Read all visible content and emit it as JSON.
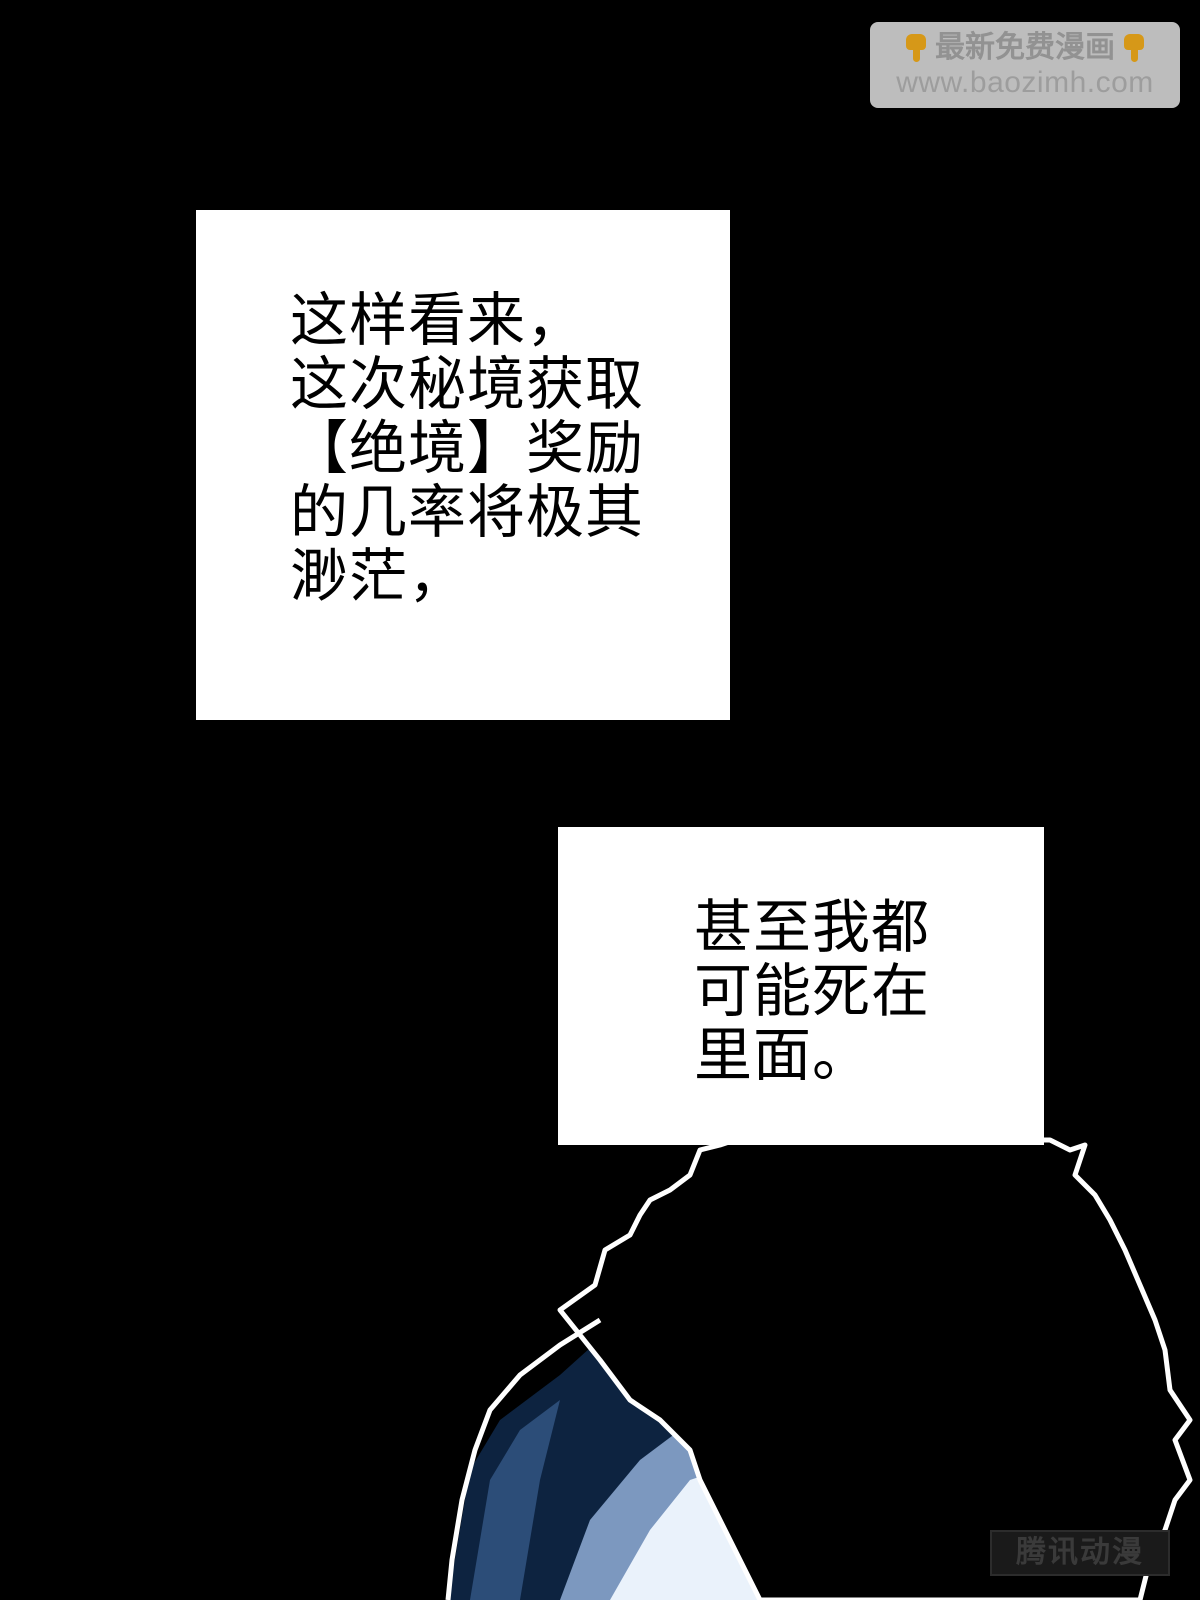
{
  "watermark_top": {
    "title": "最新免费漫画",
    "url": "www.baozimh.com",
    "icon": "pointing-down-hand-icon",
    "background": "#c8c8c8",
    "text_color": "#9a9a9a",
    "icon_color": "#e2a11a"
  },
  "captions": [
    {
      "lines": [
        "这样看来，",
        "这次秘境获取",
        "【绝境】奖励",
        "的几率将极其",
        "渺茫，"
      ]
    },
    {
      "lines": [
        "甚至我都",
        "可能死在",
        "里面。"
      ]
    }
  ],
  "illustration": {
    "subject": "dark-haired-character-silhouette",
    "colors": {
      "background": "#000000",
      "outline": "#ffffff",
      "coat_dark": "#0d2340",
      "coat_mid": "#2c4d78",
      "skin_light": "#eaf2fb",
      "skin_shade": "#7c98bf"
    }
  },
  "watermark_bottom": {
    "text": "腾讯动漫"
  }
}
